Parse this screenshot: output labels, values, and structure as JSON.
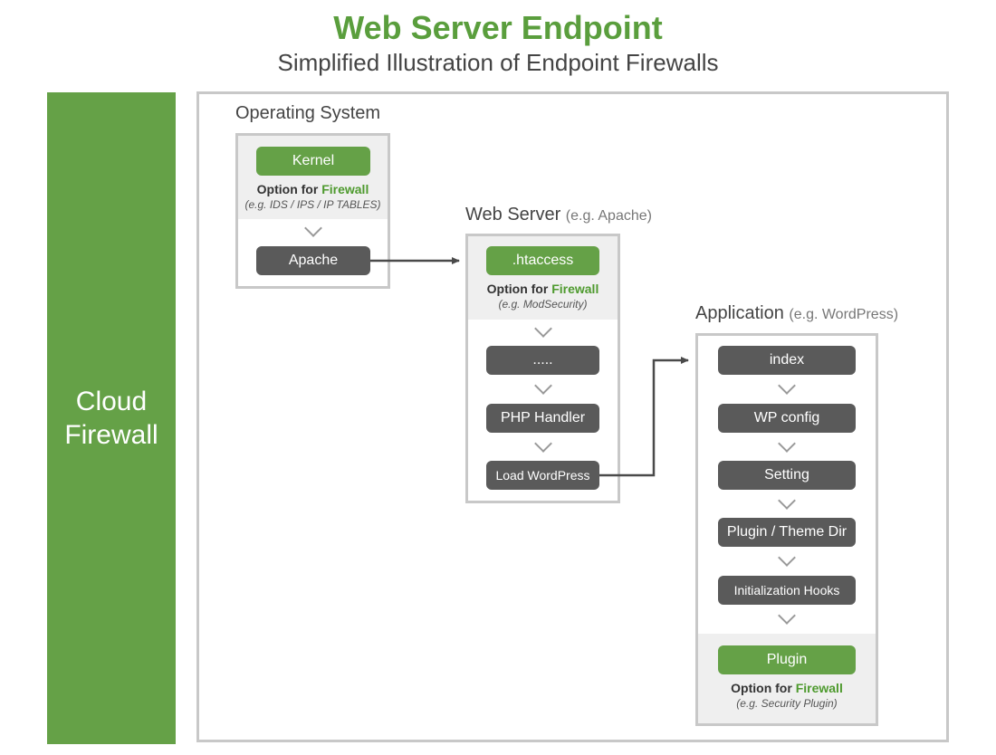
{
  "header": {
    "title": "Web Server Endpoint",
    "subtitle": "Simplified Illustration of Endpoint Firewalls"
  },
  "cloud_firewall": {
    "line1": "Cloud",
    "line2": "Firewall"
  },
  "os": {
    "label": "Operating System",
    "kernel": "Kernel",
    "option_prefix": "Option for ",
    "option_firewall": "Firewall",
    "option_note": "(e.g. IDS / IPS / IP TABLES)",
    "apache": "Apache"
  },
  "web_server": {
    "label": "Web Server",
    "label_note": "(e.g. Apache)",
    "htaccess": ".htaccess",
    "option_prefix": "Option for ",
    "option_firewall": "Firewall",
    "option_note": "(e.g. ModSecurity)",
    "dots": ".....",
    "php_handler": "PHP Handler",
    "load_wordpress": "Load WordPress"
  },
  "application": {
    "label": "Application",
    "label_note": "(e.g. WordPress)",
    "index": "index",
    "wp_config": "WP config",
    "setting": "Setting",
    "plugin_theme_dir": "Plugin / Theme Dir",
    "init_hooks": "Initialization Hooks",
    "plugin": "Plugin",
    "option_prefix": "Option for ",
    "option_firewall": "Firewall",
    "option_note": "(e.g. Security Plugin)"
  },
  "colors": {
    "green": "#65a147",
    "dark_pill": "#5a5a5a",
    "border": "#c8c8c8",
    "connector": "#4a4a4a"
  }
}
